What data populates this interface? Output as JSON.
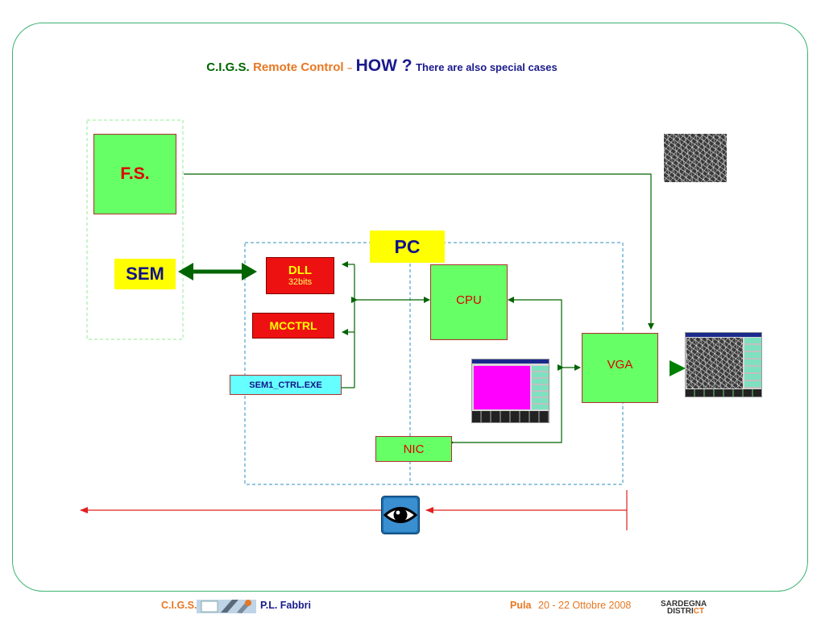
{
  "title": {
    "cigs": "C.I.G.S.",
    "remote_control": "Remote Control",
    "dash": "–",
    "how": "HOW ?",
    "special": "There are also special cases"
  },
  "nodes": {
    "fs": "F.S.",
    "sem": "SEM",
    "pc": "PC",
    "dll": "DLL",
    "dll_sub": "32bits",
    "mcctrl": "MCCTRL",
    "sem1_ctrl": "SEM1_CTRL.EXE",
    "cpu": "CPU",
    "vga": "VGA",
    "nic": "NIC"
  },
  "footer": {
    "cigs": "C.I.G.S.",
    "author": "P.L. Fabbri",
    "place": "Pula",
    "dates": "20 - 22 Ottobre 2008",
    "logo_line1": "SARDEGNA",
    "logo_line2_a": "DISTRI",
    "logo_line2_b": "CT"
  },
  "colors": {
    "frame": "#3cb371",
    "title_green": "#006400",
    "title_orange": "#e87722",
    "title_blue": "#1a1a8c",
    "node_green": "#66ff66",
    "node_red": "#ee1111",
    "node_yellow": "#ffff00",
    "node_cyan": "#66ffff",
    "arrow_green": "#006400",
    "arrow_red": "#e02020"
  },
  "icons": [
    "eye-icon",
    "sem-image-thumbnail",
    "sem-software-screenshot",
    "monitor-screenshot-magenta"
  ]
}
